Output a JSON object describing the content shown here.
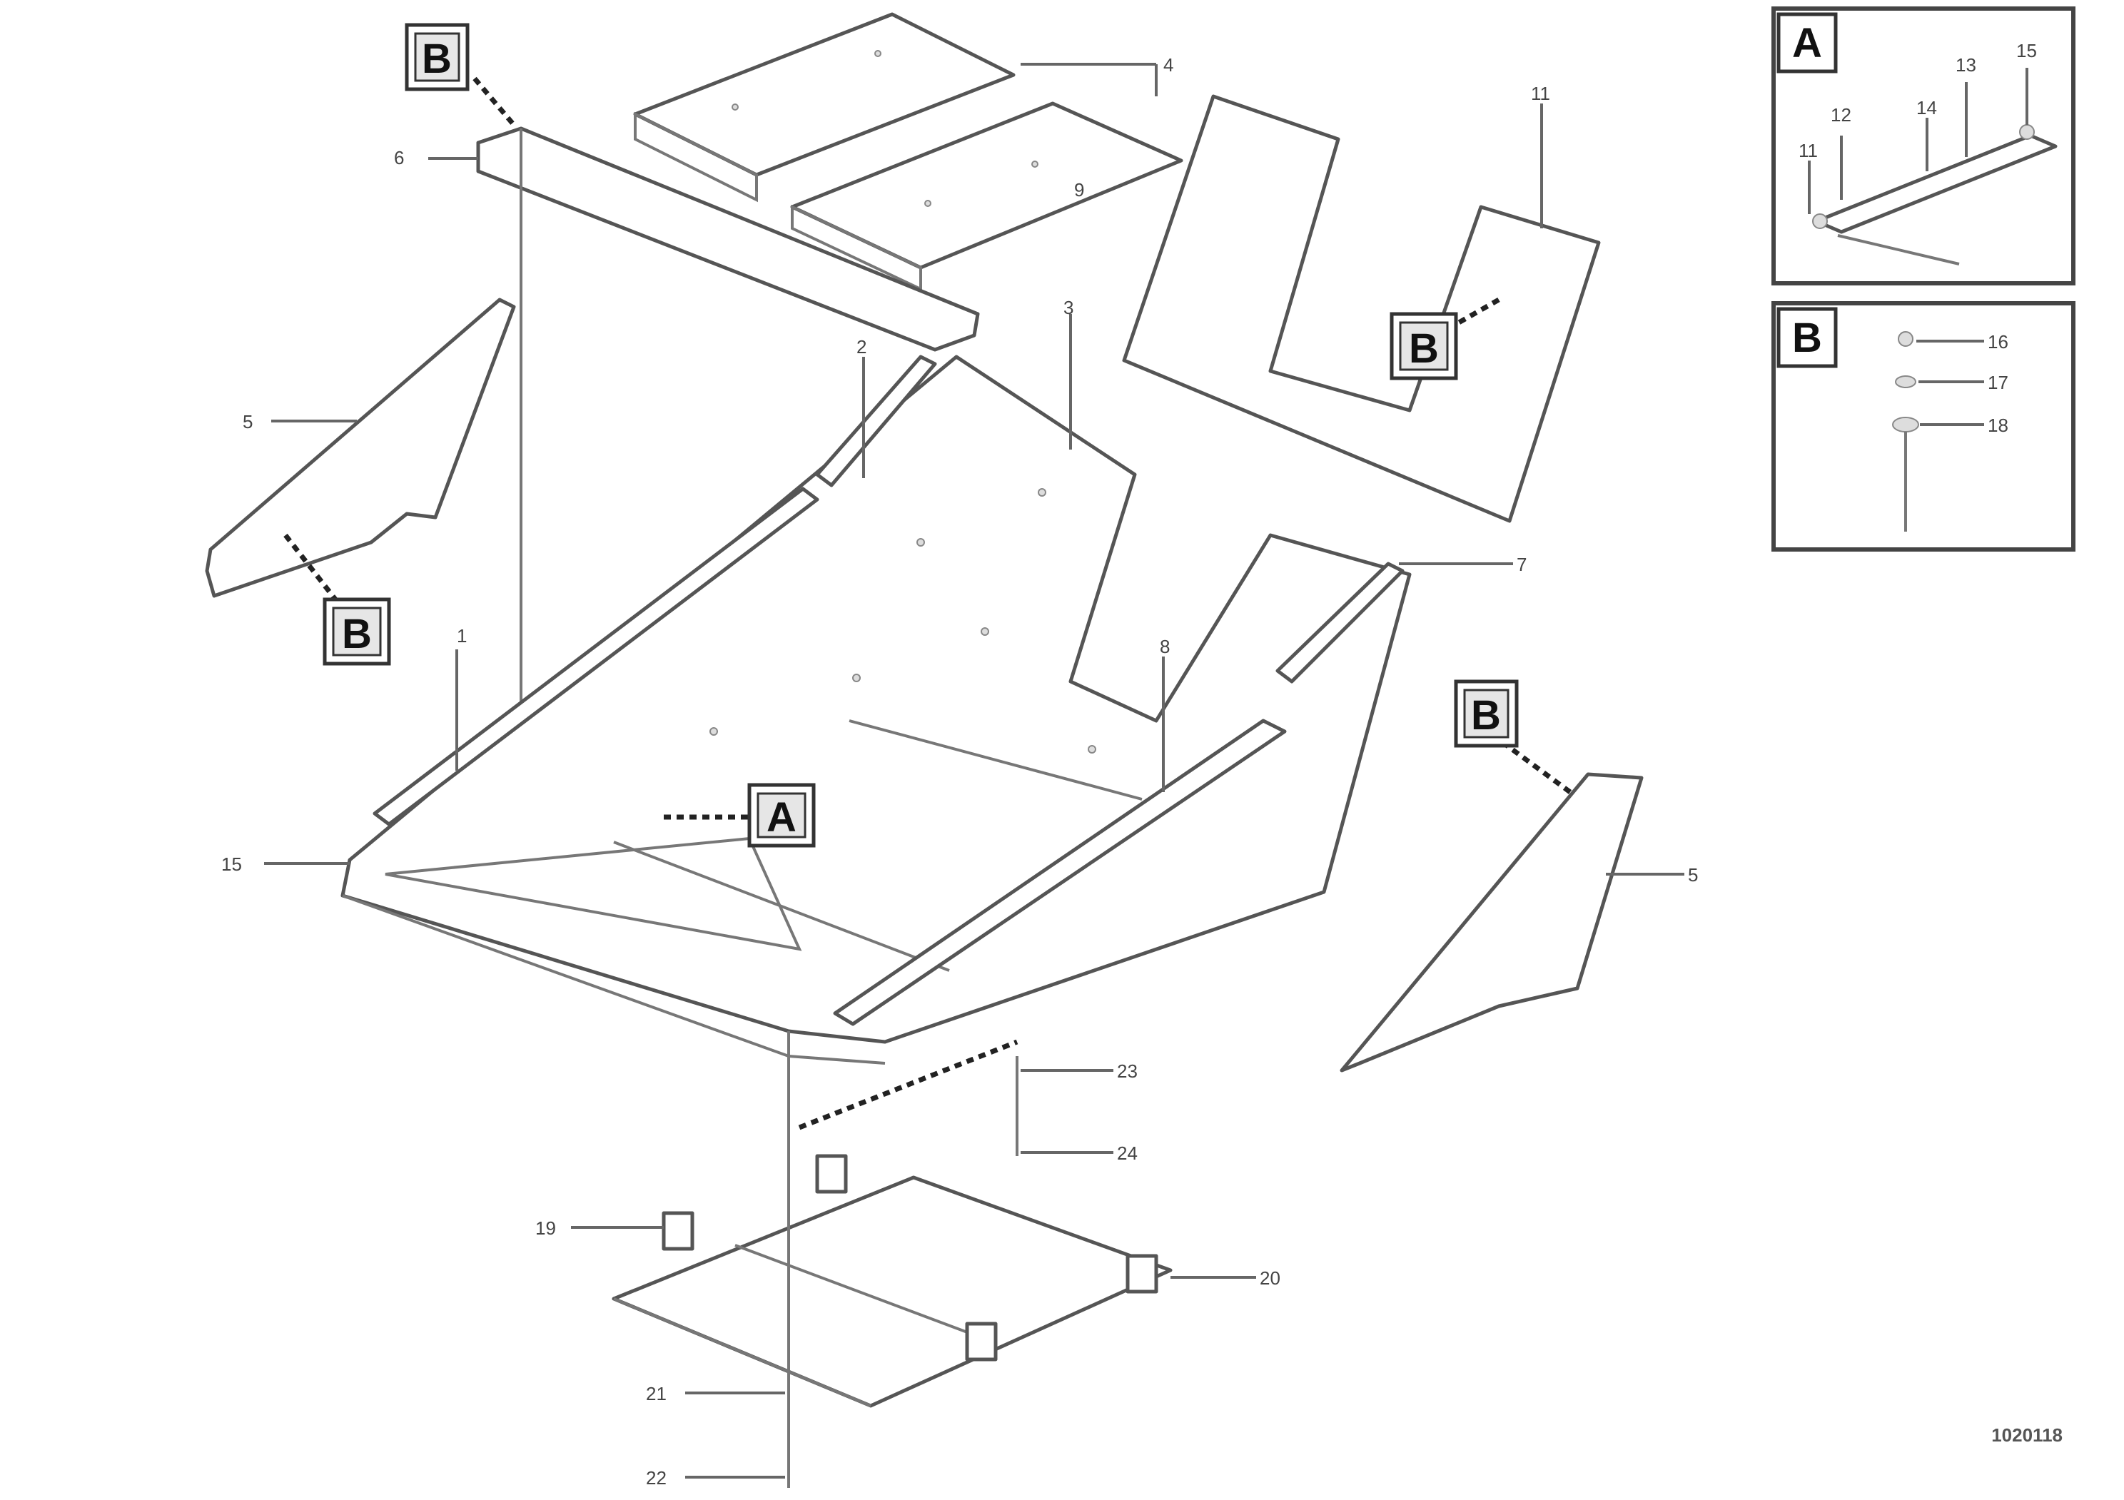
{
  "callouts": {
    "detail_a": "A",
    "detail_b": "B"
  },
  "labels": {
    "n1": "1",
    "n2": "2",
    "n3": "3",
    "n4": "4",
    "n5": "5",
    "n6": "6",
    "n7": "7",
    "n8": "8",
    "n9": "9",
    "n11": "11",
    "n12": "12",
    "n13": "13",
    "n14": "14",
    "n15": "15",
    "n16": "16",
    "n17": "17",
    "n18": "18",
    "n19": "19",
    "n20": "20",
    "n21": "21",
    "n22": "22",
    "n23": "23",
    "n24": "24"
  },
  "stamp": {
    "line1": "",
    "line2": "",
    "code": "1020118"
  }
}
